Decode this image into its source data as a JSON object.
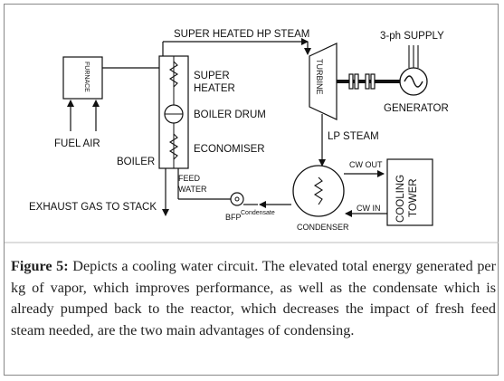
{
  "diagram": {
    "labels": {
      "super_heated_steam": "SUPER HEATED HP STEAM",
      "supply": "3-ph SUPPLY",
      "furnace": "FURNACE",
      "super_heater": "SUPER",
      "super_heater_2": "HEATER",
      "boiler_drum": "BOILER DRUM",
      "economiser": "ECONOMISER",
      "fuel_air": "FUEL  AIR",
      "boiler": "BOILER",
      "turbine": "TURBINE",
      "generator": "GENERATOR",
      "lp_steam": "LP STEAM",
      "cw_out": "CW OUT",
      "cw_in": "CW IN",
      "cooling": "COOLING",
      "tower": "TOWER",
      "feed": "FEED",
      "water": "WATER",
      "exhaust": "EXHAUST GAS TO STACK",
      "bfp": "BFP",
      "condensate": "Condensate",
      "condenser": "CONDENSER"
    }
  },
  "caption": {
    "figure_label": "Figure 5:",
    "text": " Depicts a cooling water circuit. The elevated total energy  generated per kg of vapor, which improves performance, as well  as  the condensate which is already pumped  back to the reactor, which  decreases the impact of fresh feed steam needed, are the two main advantages of condensing."
  }
}
